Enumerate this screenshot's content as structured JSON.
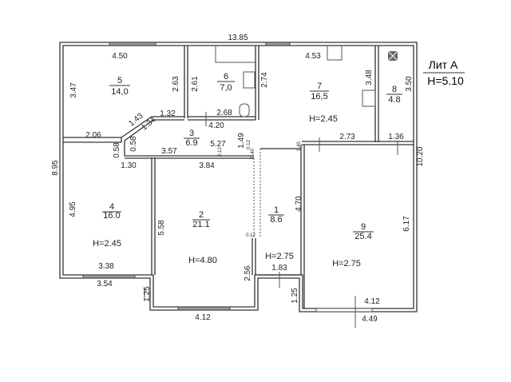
{
  "title": {
    "label": "Лит А",
    "height": "H=5.10"
  },
  "rooms": [
    {
      "num": "5",
      "area": "14,0"
    },
    {
      "num": "6",
      "area": "7,0"
    },
    {
      "num": "7",
      "area": "16,5",
      "height": "H=2.45"
    },
    {
      "num": "8",
      "area": "4.8"
    },
    {
      "num": "3",
      "area": "6.9"
    },
    {
      "num": "4",
      "area": "16.0",
      "height": "H=2.45"
    },
    {
      "num": "2",
      "area": "21.1",
      "height": "H=4.80"
    },
    {
      "num": "1",
      "area": "8.6",
      "height": "H=2.75"
    },
    {
      "num": "9",
      "area": "25.4",
      "height": "H=2.75"
    }
  ],
  "dims": [
    "13.85",
    "4.50",
    "3.47",
    "2.63",
    "2.61",
    "2.74",
    "4.53",
    "3.48",
    "3.50",
    "1.32",
    "1.43",
    "1.34",
    "2.68",
    "4.20",
    "2.06",
    "5.27",
    "1.49",
    "0.12",
    "0.40",
    "0.58",
    "0.58",
    "3.57",
    "0.12",
    "1.30",
    "3.84",
    "0.40",
    "2.73",
    "1.36",
    "10.20",
    "8.95",
    "4.95",
    "5.58",
    "4.70",
    "6.17",
    "0.12",
    "3.38",
    "3.54",
    "2.56",
    "1.83",
    "1.25",
    "1.25",
    "4.12",
    "4.12",
    "4.49"
  ]
}
